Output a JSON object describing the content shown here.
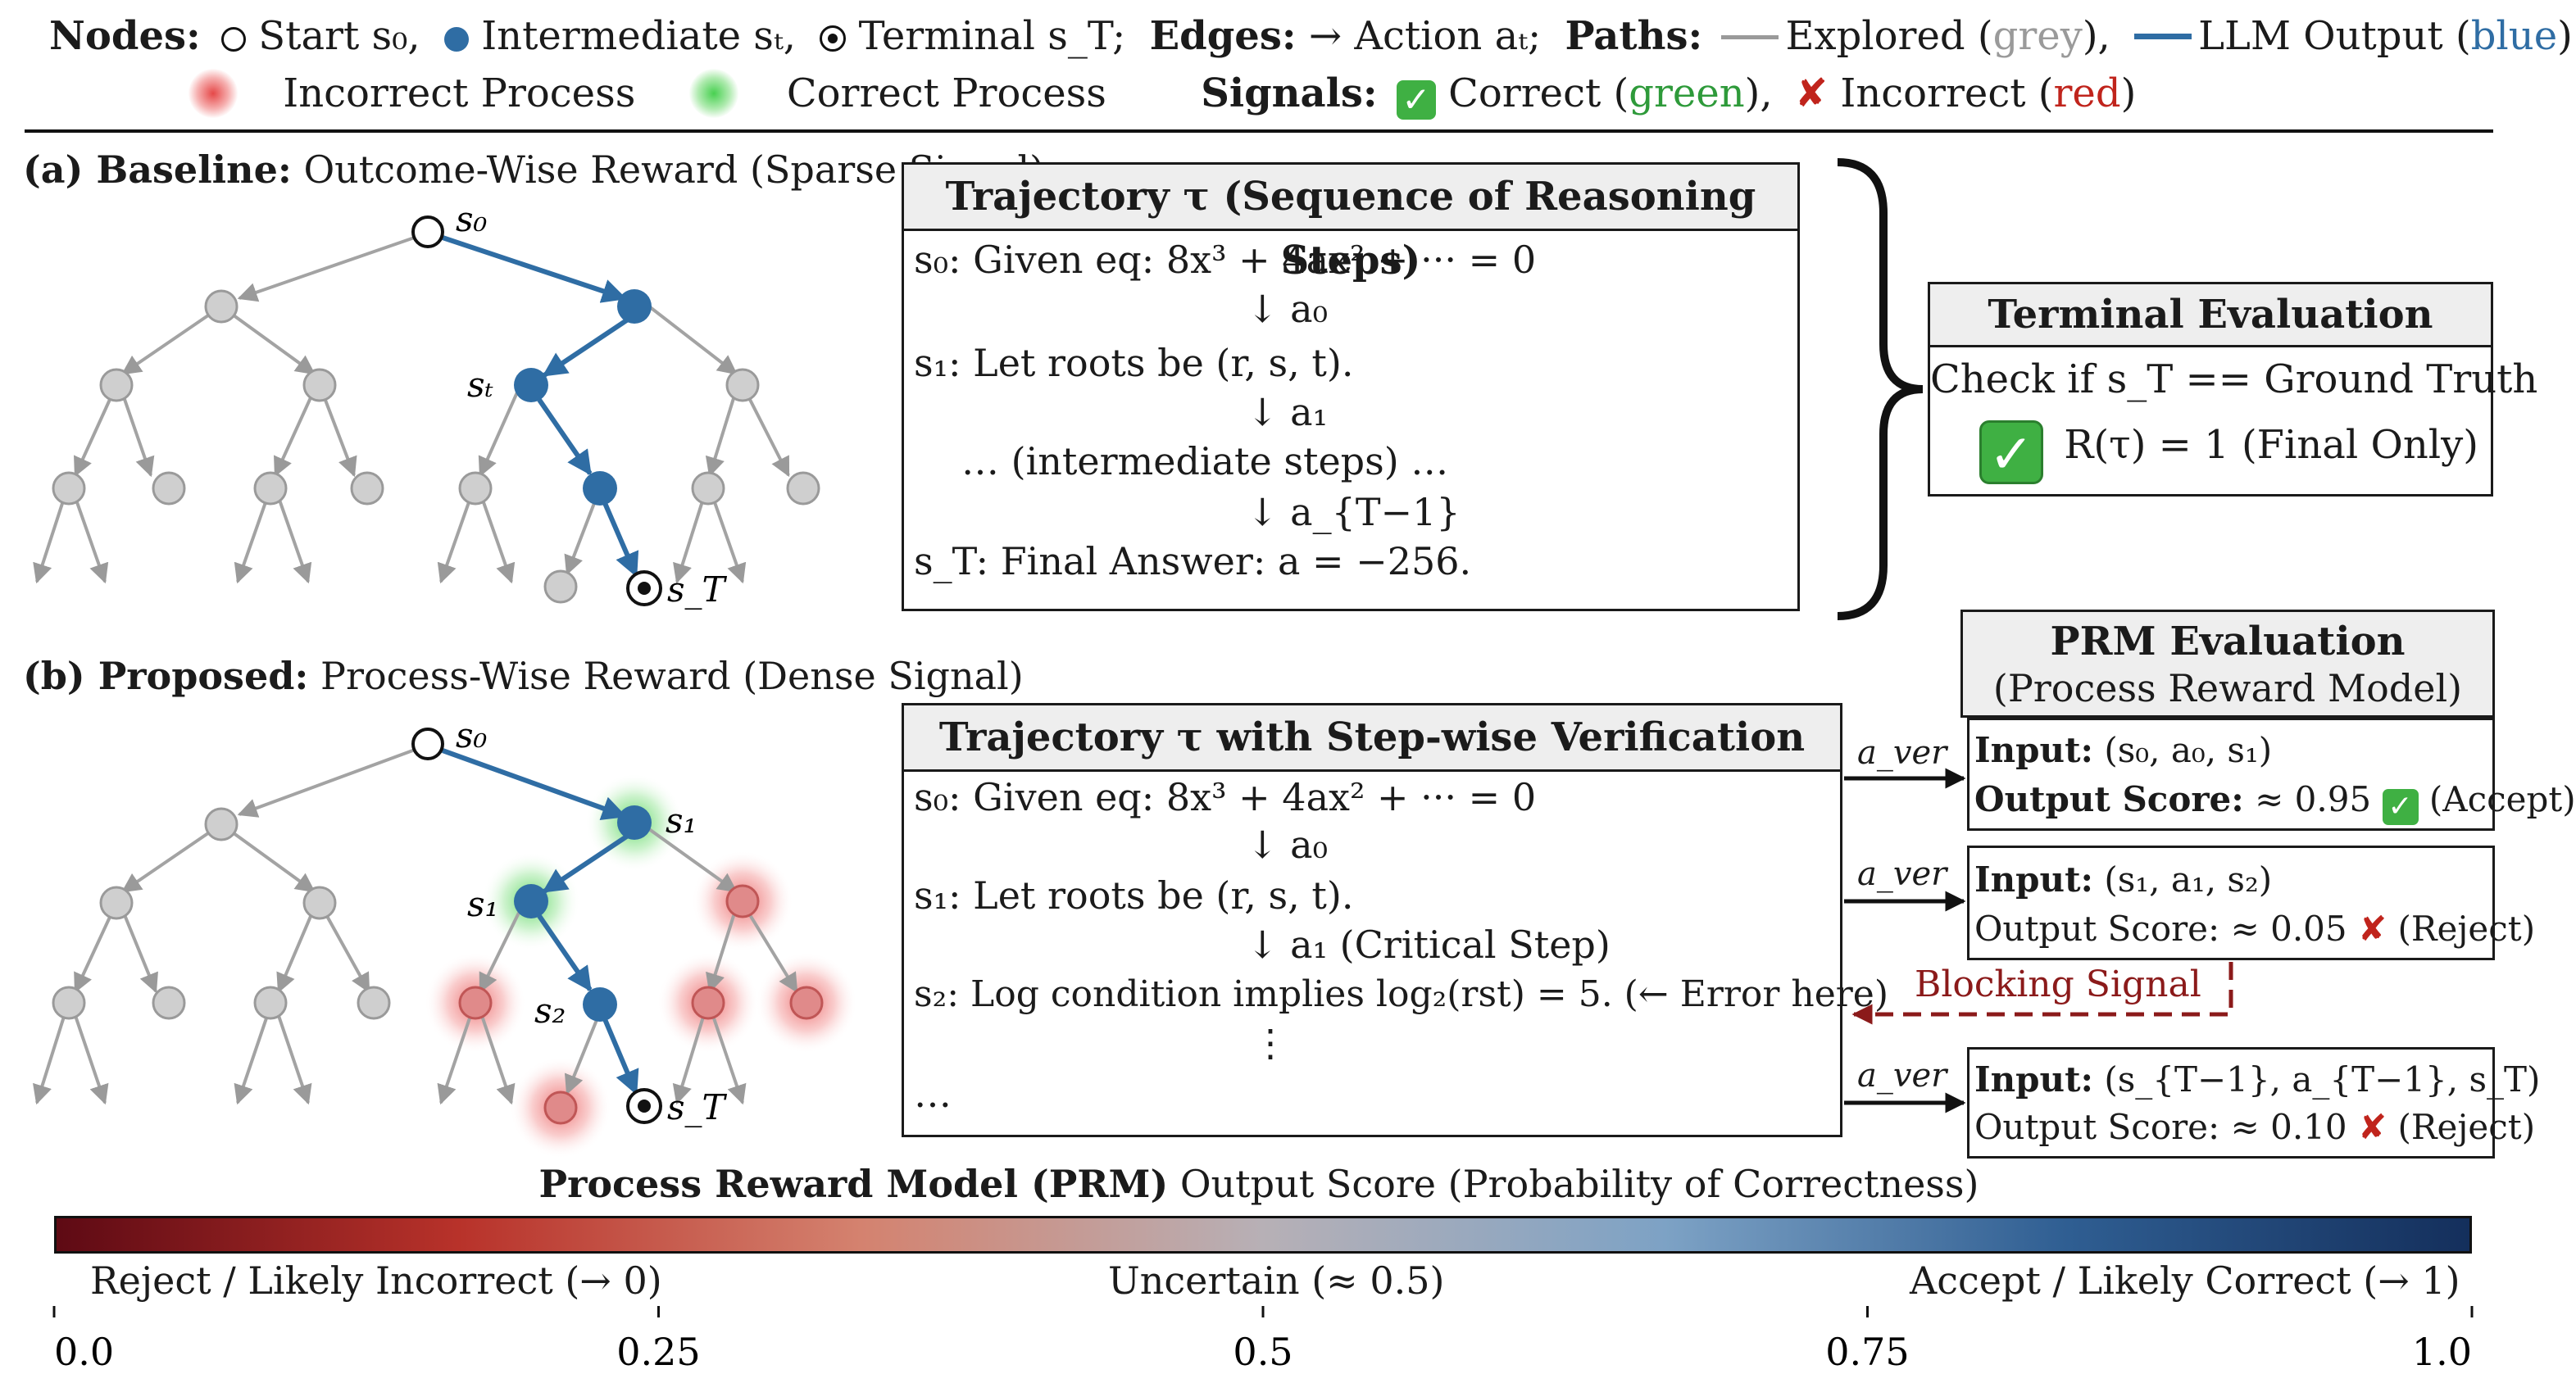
{
  "legend": {
    "nodes_label": "Nodes:",
    "start": "Start s₀,",
    "intermediate": "Intermediate sₜ,",
    "terminal": "Terminal s_T;",
    "edges_label": "Edges:",
    "edges_action": "→ Action aₜ;",
    "paths_label": "Paths:",
    "explored": "Explored (",
    "grey": "grey",
    "explored_end": "),",
    "llm_output": "LLM Output (",
    "blue": "blue",
    "llm_end": ")",
    "incorrect_process": "Incorrect Process",
    "correct_process": "Correct Process",
    "signals_label": "Signals:",
    "correct": "Correct (",
    "green": "green",
    "correct_end": "),",
    "incorrect": "Incorrect (",
    "red": "red",
    "incorrect_end": ")"
  },
  "colors": {
    "blue": "#2f6da4",
    "grey": "#9a9a9a",
    "node_grey": "#cfcfcf",
    "green": "#2e9a3a",
    "red": "#c0241c",
    "check_bg": "#3fb043",
    "dark_red": "#8b1a1a"
  },
  "panel_a": {
    "title_bold": "(a) Baseline:",
    "title_rest": "Outcome-Wise Reward (Sparse Signal)",
    "node_labels": {
      "s0": "s₀",
      "st": "sₜ",
      "sT": "s_T"
    },
    "trajectory": {
      "title": "Trajectory τ (Sequence of Reasoning Steps)",
      "lines": [
        "s₀: Given eq: 8x³ + 4ax² + ··· = 0",
        "↓ a₀",
        "s₁: Let roots be (r, s, t).",
        "↓ a₁",
        "… (intermediate steps) …",
        "↓ a_{T−1}",
        "s_T: Final Answer: a = −256."
      ]
    },
    "terminal_eval": {
      "title": "Terminal Evaluation",
      "check": "Check if s_T == Ground Truth",
      "reward": "R(τ) = 1 (Final Only)"
    }
  },
  "panel_b": {
    "title_bold": "(b) Proposed:",
    "title_rest": "Process-Wise Reward (Dense Signal)",
    "node_labels": {
      "s0": "s₀",
      "s1_top": "s₁",
      "s1_left": "s₁",
      "s2": "s₂",
      "sT": "s_T"
    },
    "trajectory": {
      "title": "Trajectory τ with Step-wise Verification",
      "lines": [
        "s₀: Given eq: 8x³ + 4ax² + ··· = 0",
        "↓ a₀",
        "s₁: Let roots be (r, s, t).",
        "↓ a₁ (Critical Step)",
        "s₂: Log condition implies log₂(rst) = 5. (← Error here)",
        "⋮",
        "…"
      ]
    },
    "prm_header": {
      "title": "PRM Evaluation",
      "subtitle": "(Process Reward Model)"
    },
    "a_ver": "a_ver",
    "evals": [
      {
        "input_label": "Input:",
        "input": "(s₀, a₀, s₁)",
        "output_label": "Output Score:",
        "score": "≈ 0.95",
        "verdict": "(Accept)"
      },
      {
        "input_label": "Input:",
        "input": "(s₁, a₁, s₂)",
        "output_label": "Output Score:",
        "score": "≈ 0.05",
        "verdict": "(Reject)"
      },
      {
        "input_label": "Input:",
        "input": "(s_{T−1}, a_{T−1}, s_T)",
        "output_label": "Output Score:",
        "score": "≈ 0.10",
        "verdict": "(Reject)"
      }
    ],
    "blocking_signal": "Blocking Signal"
  },
  "colorbar": {
    "title_bold": "Process Reward Model (PRM)",
    "title_rest": "Output Score (Probability of Correctness)",
    "label_left": "Reject / Likely Incorrect (→ 0)",
    "label_mid": "Uncertain (≈ 0.5)",
    "label_right": "Accept / Likely Correct (→ 1)",
    "ticks": [
      "0.0",
      "0.25",
      "0.5",
      "0.75",
      "1.0"
    ],
    "tick_values": [
      0,
      0.25,
      0.5,
      0.75,
      1.0
    ],
    "stops": [
      "#5e0a14",
      "#b8322a",
      "#d4826f",
      "#b7b0b6",
      "#7da2c5",
      "#2f5e92",
      "#142f5c"
    ]
  }
}
